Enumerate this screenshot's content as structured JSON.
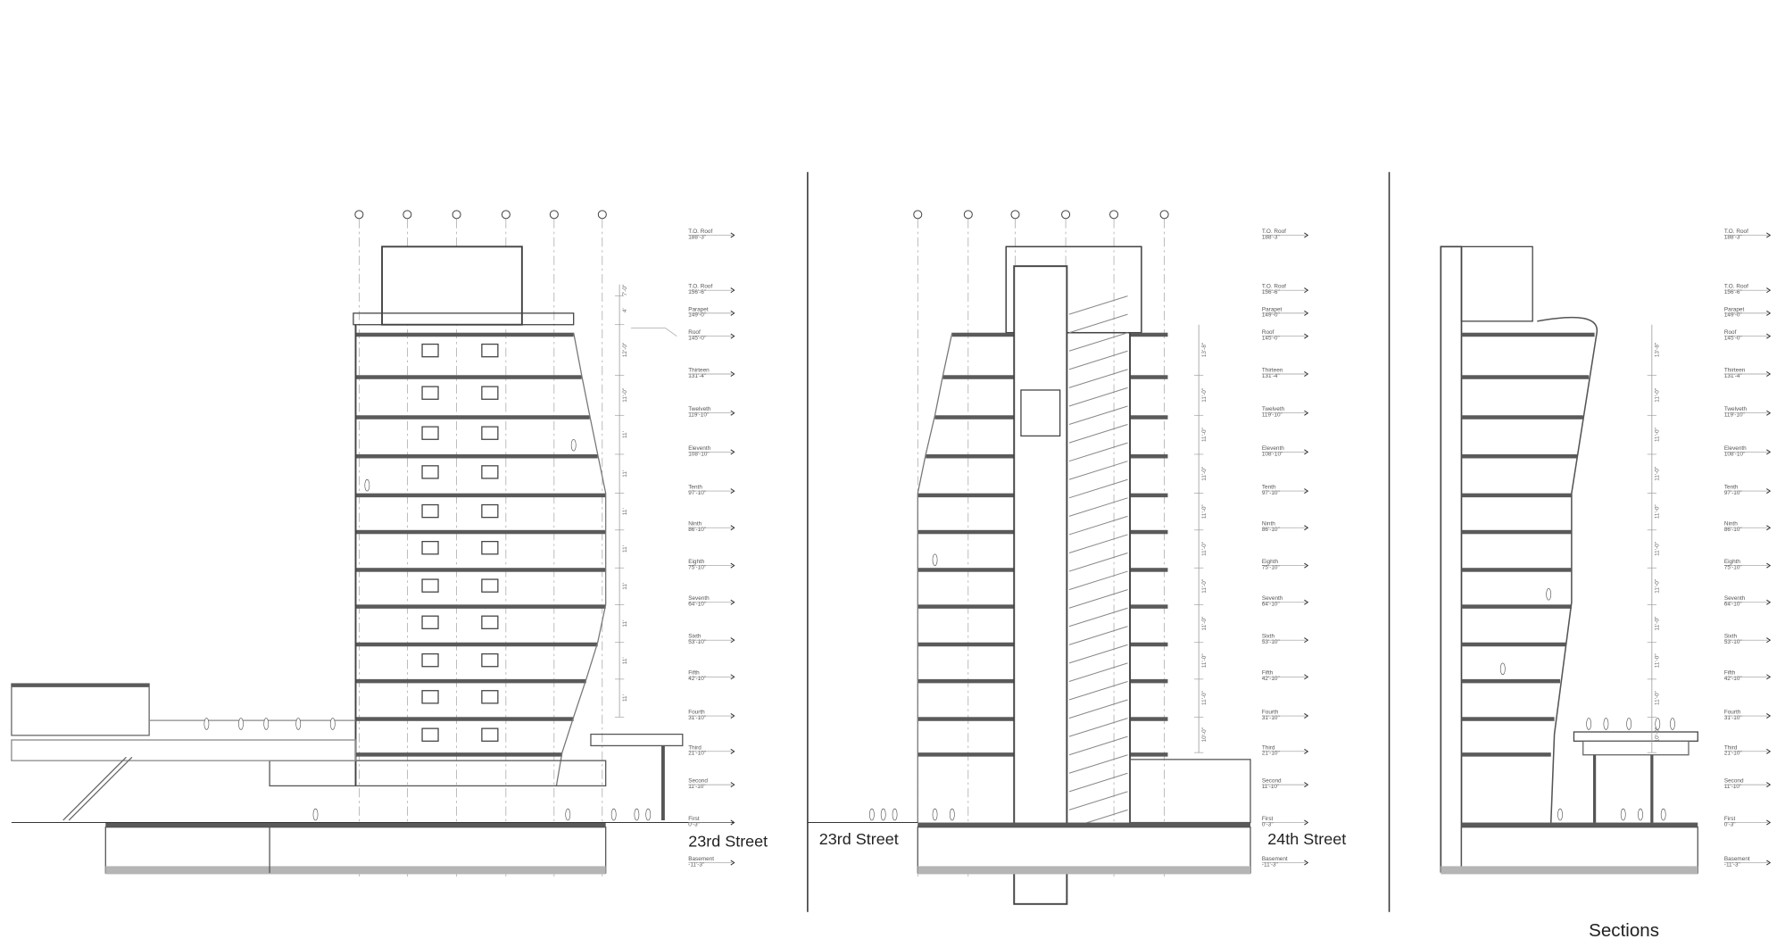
{
  "levels": [
    {
      "name": "T.O. Roof",
      "elev": "188'-3\""
    },
    {
      "name": "T.O. Roof",
      "elev": "156'-6\""
    },
    {
      "name": "Parapet",
      "elev": "149'-0\""
    },
    {
      "name": "Roof",
      "elev": "145'-0\""
    },
    {
      "name": "Thirteen",
      "elev": "131'-4\""
    },
    {
      "name": "Twelveth",
      "elev": "119'-10\""
    },
    {
      "name": "Eleventh",
      "elev": "108'-10\""
    },
    {
      "name": "Tenth",
      "elev": "97'-10\""
    },
    {
      "name": "Ninth",
      "elev": "86'-10\""
    },
    {
      "name": "Eighth",
      "elev": "75'-10\""
    },
    {
      "name": "Seventh",
      "elev": "64'-10\""
    },
    {
      "name": "Sixth",
      "elev": "53'-10\""
    },
    {
      "name": "Fifth",
      "elev": "42'-10\""
    },
    {
      "name": "Fourth",
      "elev": "31'-10\""
    },
    {
      "name": "Third",
      "elev": "21'-10\""
    },
    {
      "name": "Second",
      "elev": "11'-10\""
    },
    {
      "name": "First",
      "elev": "0'-3\""
    },
    {
      "name": "Basement",
      "elev": "-11'-3\""
    }
  ],
  "sections": [
    {
      "streets": [
        "23rd Street"
      ],
      "dimensions": [
        "7'-0\"",
        "4'",
        "12'-0\"",
        "11'-0\"",
        "11'",
        "11'",
        "11'",
        "11'",
        "11'",
        "11'",
        "11'",
        "11'"
      ]
    },
    {
      "streets": [
        "23rd Street",
        "24th Street"
      ],
      "dimensions": [
        "13'-8\"",
        "11'-0\"",
        "11'-0\"",
        "11'-0\"",
        "11'-0\"",
        "11'-0\"",
        "11'-0\"",
        "11'-0\"",
        "11'-0\"",
        "11'-0\"",
        "10'-0\""
      ]
    },
    {
      "streets": [],
      "dimensions": [
        "13'-8\"",
        "11'-0\"",
        "11'-0\"",
        "11'-0\"",
        "11'-0\"",
        "11'-0\"",
        "11'-0\"",
        "11'-0\"",
        "11'-0\"",
        "11'-0\"",
        "10'-0\""
      ]
    }
  ],
  "caption": "Sections",
  "colors": {
    "slab": "#5a5a5a",
    "line": "#8a8a8a",
    "basement": "#b5b5b5"
  }
}
